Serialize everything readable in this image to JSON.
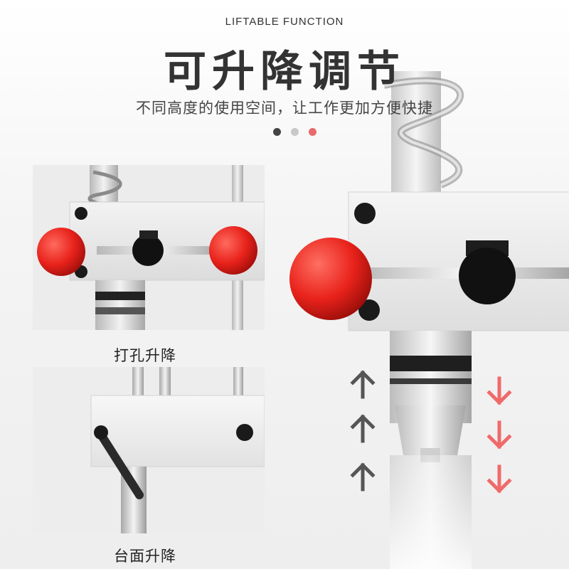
{
  "header": {
    "eyebrow": "LIFTABLE FUNCTION",
    "title": "可升降调节",
    "subtitle": "不同高度的使用空间，让工作更加方便快捷"
  },
  "pagination": {
    "dots": [
      {
        "color": "#444444"
      },
      {
        "color": "#c8c8c8"
      },
      {
        "color": "#e86a6a"
      }
    ]
  },
  "panels": {
    "drill_lift": {
      "caption": "打孔升降"
    },
    "table_lift": {
      "caption": "台面升降"
    }
  },
  "colors": {
    "knob_red": "#e8221b",
    "arrow_up": "#555555",
    "arrow_down": "#f06a6a",
    "metal": "#d8d8d8"
  }
}
